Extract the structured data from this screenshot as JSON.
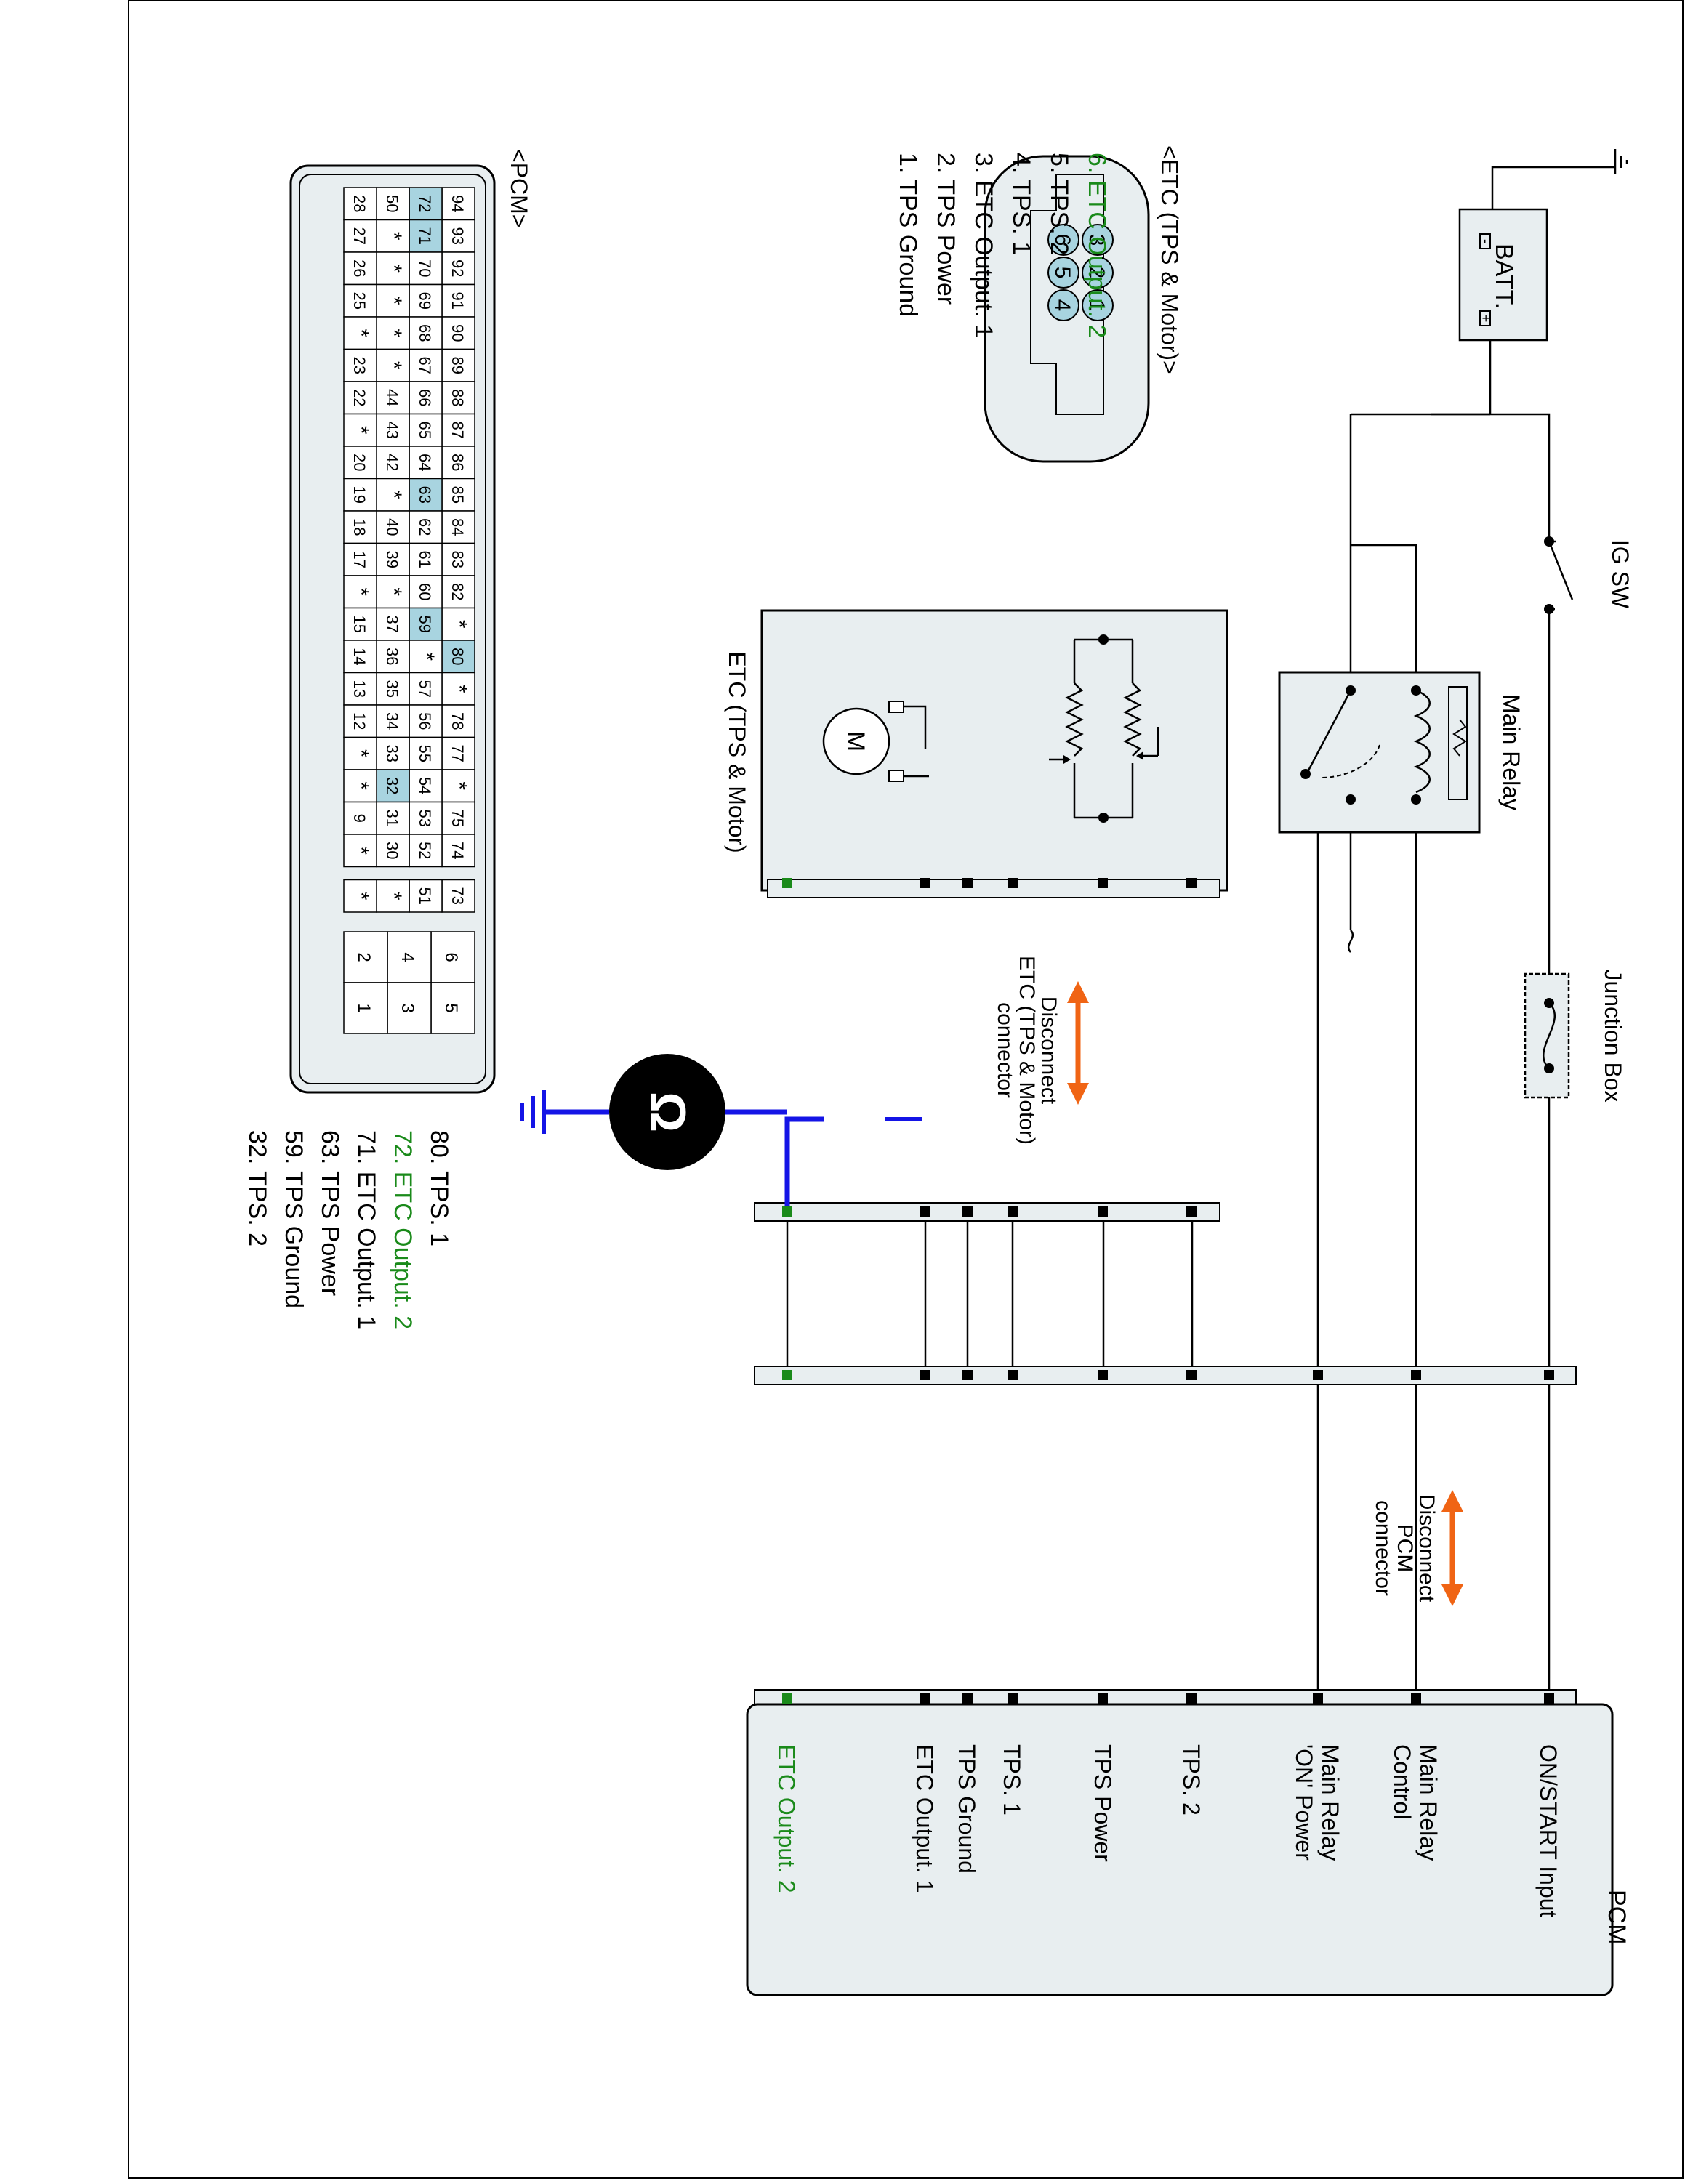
{
  "components": {
    "batt": "BATT.",
    "ig_sw": "IG SW",
    "main_relay": "Main Relay",
    "junction_box": "Junction Box",
    "etc": "ETC (TPS & Motor)",
    "motor_symbol": "M"
  },
  "batt_terminals": {
    "neg": "-",
    "pos": "+"
  },
  "etc_connector": {
    "title": "<ETC (TPS & Motor)>",
    "pins": [
      "3",
      "2",
      "1",
      "6",
      "5",
      "4"
    ],
    "legend": [
      "1. TPS Ground",
      "2. TPS Power",
      "3. ETC Output. 1",
      "4. TPS. 1",
      "5. TPS. 2",
      "6. ETC Output. 2"
    ]
  },
  "disconnect_etc": [
    "Disconnect",
    "ETC (TPS & Motor)",
    "connector"
  ],
  "disconnect_pcm": [
    "Disconnect",
    "PCM",
    "connector"
  ],
  "pcm_module": {
    "title": "PCM",
    "pins": [
      [
        "ON/START Input"
      ],
      [
        "Main Relay",
        "Control"
      ],
      [
        "Main Relay",
        "'ON' Power"
      ],
      [
        "TPS. 2"
      ],
      [
        "TPS Power"
      ],
      [
        "TPS. 1"
      ],
      [
        "TPS Ground"
      ],
      [
        "ETC Output. 1"
      ],
      [
        "ETC Output. 2"
      ]
    ]
  },
  "pcm_connector": {
    "title": "<PCM>",
    "rows": [
      [
        "94",
        "93",
        "92",
        "91",
        "90",
        "89",
        "88",
        "87",
        "86",
        "85",
        "84",
        "83",
        "82",
        "*",
        "80",
        "*",
        "78",
        "77",
        "*",
        "75",
        "74",
        "73"
      ],
      [
        "72",
        "71",
        "70",
        "69",
        "68",
        "67",
        "66",
        "65",
        "64",
        "63",
        "62",
        "61",
        "60",
        "59",
        "*",
        "57",
        "56",
        "55",
        "54",
        "53",
        "52",
        "51"
      ],
      [
        "50",
        "*",
        "*",
        "*",
        "*",
        "*",
        "44",
        "43",
        "42",
        "*",
        "40",
        "39",
        "*",
        "37",
        "36",
        "35",
        "34",
        "33",
        "32",
        "31",
        "30",
        "*"
      ],
      [
        "28",
        "27",
        "26",
        "25",
        "*",
        "23",
        "22",
        "*",
        "20",
        "19",
        "18",
        "17",
        "*",
        "15",
        "14",
        "13",
        "12",
        "*",
        "*",
        "9",
        "*",
        "*"
      ]
    ],
    "small_pins": [
      [
        "6",
        "4",
        "2"
      ],
      [
        "5",
        "3",
        "1"
      ]
    ],
    "highlighted": [
      "72",
      "71",
      "63",
      "59",
      "80",
      "32"
    ],
    "legend": [
      "32. TPS. 2",
      "59. TPS Ground",
      "63. TPS Power",
      "71. ETC Output. 1",
      "72. ETC Output. 2",
      "80. TPS. 1"
    ]
  },
  "colors": {
    "highlight_text": "#1a8a1a",
    "probe_wire": "#1414e6",
    "arrow": "#f06414",
    "pin_highlight": "#a8d4e0",
    "panel_fill": "#e8eef0"
  },
  "icons": [
    "ground-icon",
    "oscilloscope-probe-icon",
    "motor-icon",
    "potentiometer-icon",
    "fuse-icon",
    "switch-icon",
    "relay-coil-icon"
  ]
}
